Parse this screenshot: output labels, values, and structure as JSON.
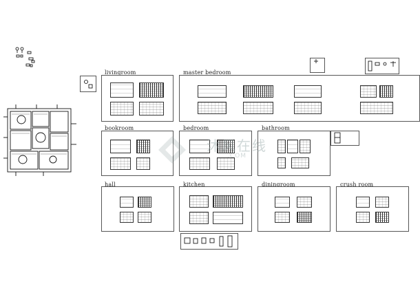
{
  "frames": {
    "livingroom": "livingroom",
    "master_bedroom": "master bedroom",
    "bookroom": "bookroom",
    "bedroom": "bedroom",
    "bathroom": "bathroom",
    "hall": "hall",
    "kitchen": "kitchen",
    "diningroom": "diningroom",
    "crush_room": "crush room"
  },
  "watermark": {
    "text": "沐风在线",
    "sub": ".COM"
  }
}
